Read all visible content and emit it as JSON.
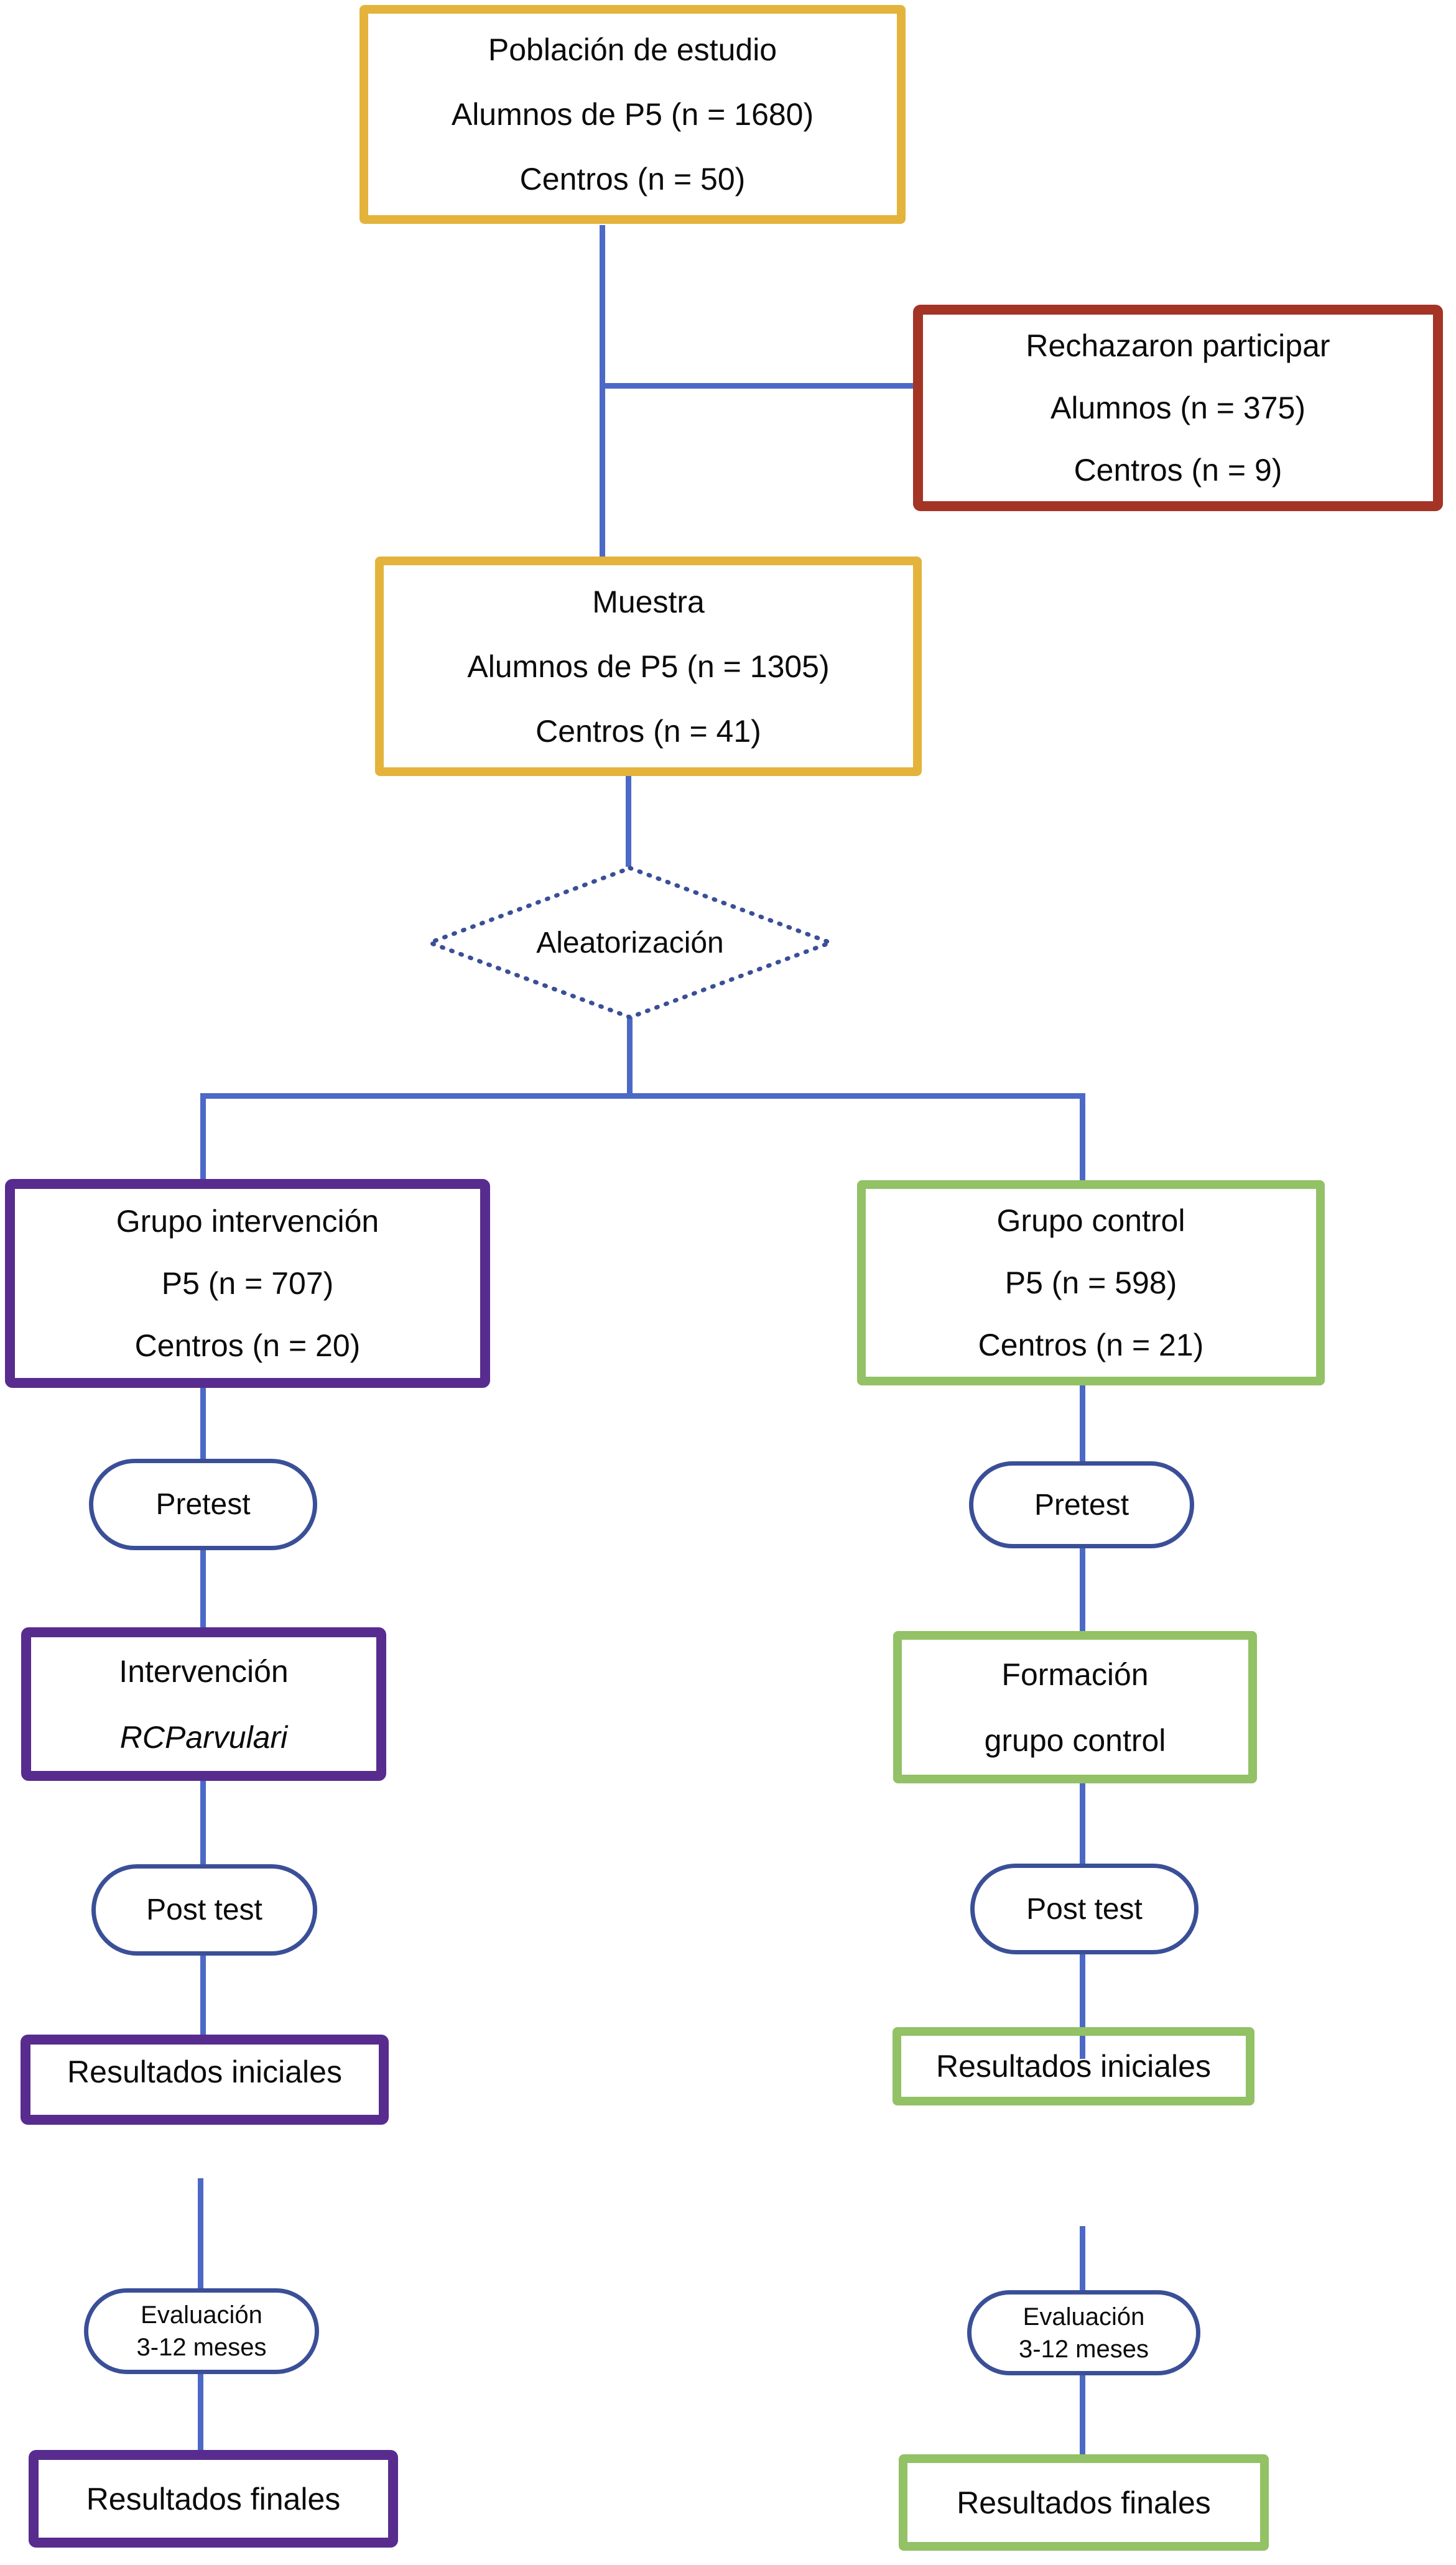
{
  "figure": {
    "type": "flowchart",
    "language": "es",
    "description": "Diagrama de flujo del estudio (asignación de alumnos de P5 a grupo intervención y grupo control)"
  },
  "colors": {
    "gold": "#E3B33B",
    "red": "#A43425",
    "purple": "#582C8E",
    "green": "#93C166",
    "line_blue": "#4C69C6",
    "navy": "#3A4F97",
    "text": "#0B0B0B",
    "background": "#FFFFFF"
  },
  "nodes": {
    "poblacion": {
      "shape": "rect",
      "border": "gold",
      "lines": [
        "Población de estudio",
        "Alumnos de P5 (n = 1680)",
        "Centros (n = 50)"
      ]
    },
    "rechazaron": {
      "shape": "rect",
      "border": "red",
      "lines": [
        "Rechazaron participar",
        "Alumnos (n = 375)",
        "Centros (n = 9)"
      ]
    },
    "muestra": {
      "shape": "rect",
      "border": "gold",
      "lines": [
        "Muestra",
        "Alumnos de P5 (n = 1305)",
        "Centros (n = 41)"
      ]
    },
    "aleatorizacion": {
      "shape": "diamond",
      "border": "navy",
      "label": "Aleatorización"
    },
    "grupo_intervencion": {
      "shape": "rect",
      "border": "purple",
      "lines": [
        "Grupo intervención",
        "P5 (n = 707)",
        "Centros (n = 20)"
      ]
    },
    "grupo_control": {
      "shape": "rect",
      "border": "green",
      "lines": [
        "Grupo control",
        "P5 (n = 598)",
        "Centros (n = 21)"
      ]
    },
    "pretest_izq": {
      "shape": "oval",
      "border": "navy",
      "label": "Pretest"
    },
    "pretest_der": {
      "shape": "oval",
      "border": "navy",
      "label": "Pretest"
    },
    "intervencion": {
      "shape": "rect",
      "border": "purple",
      "lines": [
        "Intervención",
        "RCParvulari"
      ]
    },
    "formacion": {
      "shape": "rect",
      "border": "green",
      "lines": [
        "Formación",
        "grupo control"
      ]
    },
    "posttest_izq": {
      "shape": "oval",
      "border": "navy",
      "label": "Post test"
    },
    "posttest_der": {
      "shape": "oval",
      "border": "navy",
      "label": "Post test"
    },
    "resultados_iniciales_izq": {
      "shape": "rect",
      "border": "purple",
      "label": "Resultados iniciales"
    },
    "resultados_iniciales_der": {
      "shape": "rect",
      "border": "green",
      "label": "Resultados iniciales"
    },
    "evaluacion_izq": {
      "shape": "oval",
      "border": "navy",
      "lines": [
        "Evaluación",
        "3-12 meses"
      ]
    },
    "evaluacion_der": {
      "shape": "oval",
      "border": "navy",
      "lines": [
        "Evaluación",
        "3-12 meses"
      ]
    },
    "resultados_finales_izq": {
      "shape": "rect",
      "border": "purple",
      "label": "Resultados finales"
    },
    "resultados_finales_der": {
      "shape": "rect",
      "border": "green",
      "label": "Resultados finales"
    }
  }
}
